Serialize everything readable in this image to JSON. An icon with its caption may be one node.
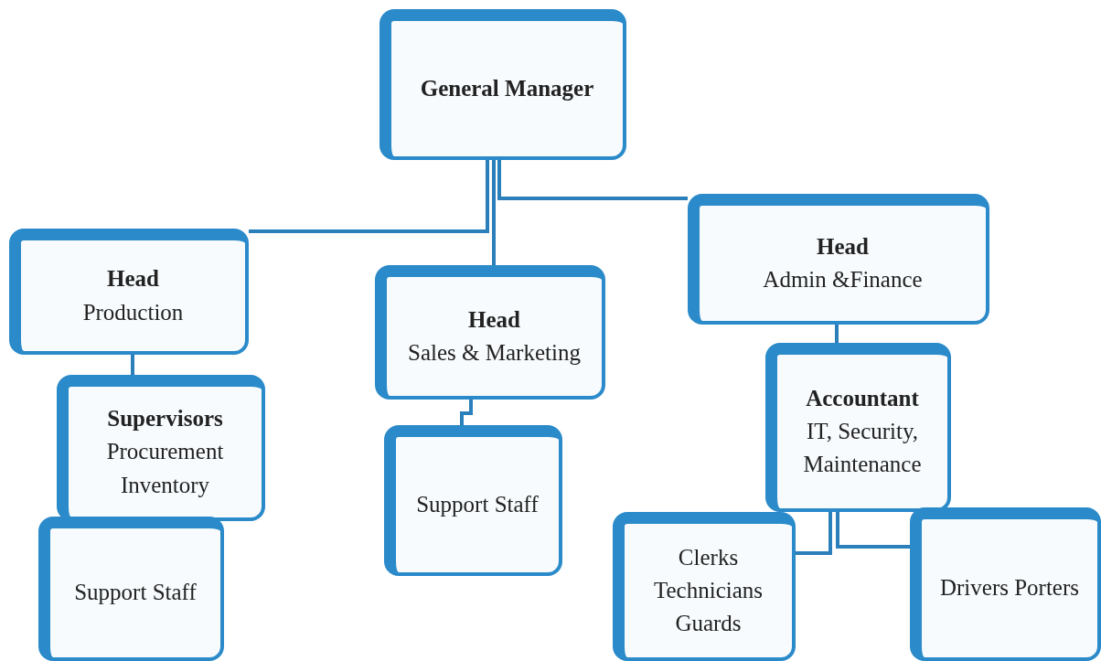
{
  "diagram": {
    "nodes": [
      {
        "text": [
          "General Manager"
        ]
      },
      {
        "text": [
          "Head",
          "Production"
        ]
      },
      {
        "text": [
          "Head",
          "Sales & Marketing"
        ]
      },
      {
        "text": [
          "Head",
          "Admin &Finance"
        ]
      },
      {
        "text": [
          "Supervisors",
          "Procurement Inventory"
        ]
      },
      {
        "text": [
          "Support Staff"
        ]
      },
      {
        "text": [
          "Support Staff"
        ]
      },
      {
        "text": [
          "Accountant",
          "IT, Security, Maintenance"
        ]
      },
      {
        "text": [
          "Clerks Technicians Guards"
        ]
      },
      {
        "text": [
          "Drivers Porters"
        ]
      }
    ],
    "edges": [
      {
        "from": 0,
        "to": 1,
        "arrow": "none"
      },
      {
        "from": 0,
        "to": 2,
        "arrow": "none"
      },
      {
        "from": 0,
        "to": 3,
        "arrow": "none"
      },
      {
        "from": 1,
        "to": 4,
        "arrow": "none"
      },
      {
        "from": 2,
        "to": 6,
        "arrow": "none"
      },
      {
        "from": 3,
        "to": 7,
        "arrow": "none"
      },
      {
        "from": 7,
        "to": 8,
        "arrow": "none"
      },
      {
        "from": 7,
        "to": 9,
        "arrow": "none"
      }
    ]
  }
}
